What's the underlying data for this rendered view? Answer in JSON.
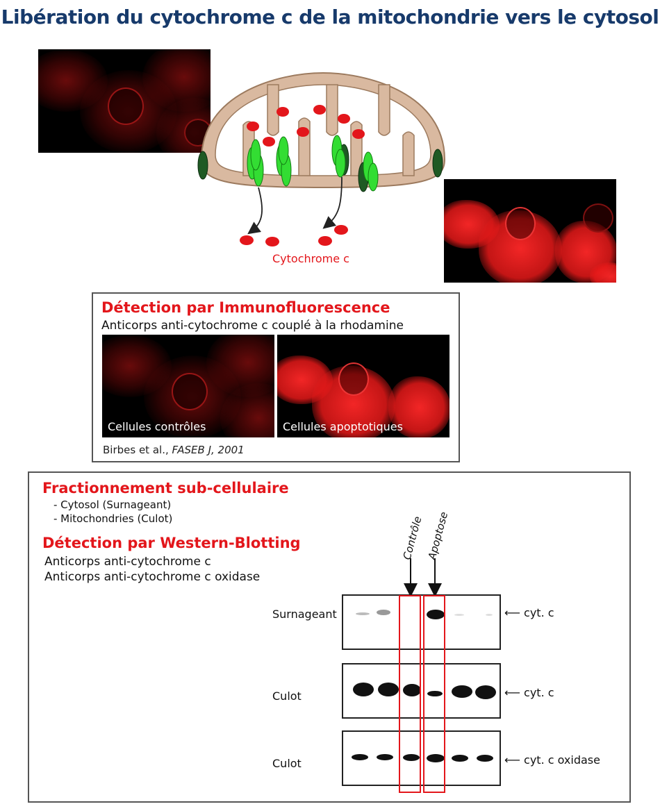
{
  "title": "Libération du cytochrome c de la mitochondrie vers le cytosol",
  "diagram": {
    "cytochrome_label": "Cytochrome c"
  },
  "immuno": {
    "heading": "Détection par Immunofluorescence",
    "subheading": "Anticorps anti-cytochrome c couplé à la rhodamine",
    "image_left_caption": "Cellules contrôles",
    "image_right_caption": "Cellules apoptotiques",
    "citation_authors": "Birbes et al., ",
    "citation_journal": "FASEB J, 2001"
  },
  "western": {
    "heading1": "Fractionnement sub-cellulaire",
    "item1": "- Cytosol (Surnageant)",
    "item2": "- Mitochondries (Culot)",
    "heading2": "Détection par Western-Blotting",
    "antibody1": "Anticorps anti-cytochrome c",
    "antibody2": "Anticorps anti-cytochrome c oxidase",
    "lane_labels": [
      "Contrôle",
      "Apoptose"
    ],
    "rows": [
      {
        "left": "Surnageant",
        "right": "cyt. c"
      },
      {
        "left": "Culot",
        "right": "cyt. c"
      },
      {
        "left": "Culot",
        "right": "cyt. c oxidase"
      }
    ]
  },
  "colors": {
    "title": "#173a6b",
    "accent_red": "#e3161b",
    "mito_membrane": "#d9b9a0",
    "channel_light": "#33dd33",
    "channel_dark": "#1f5a24"
  }
}
